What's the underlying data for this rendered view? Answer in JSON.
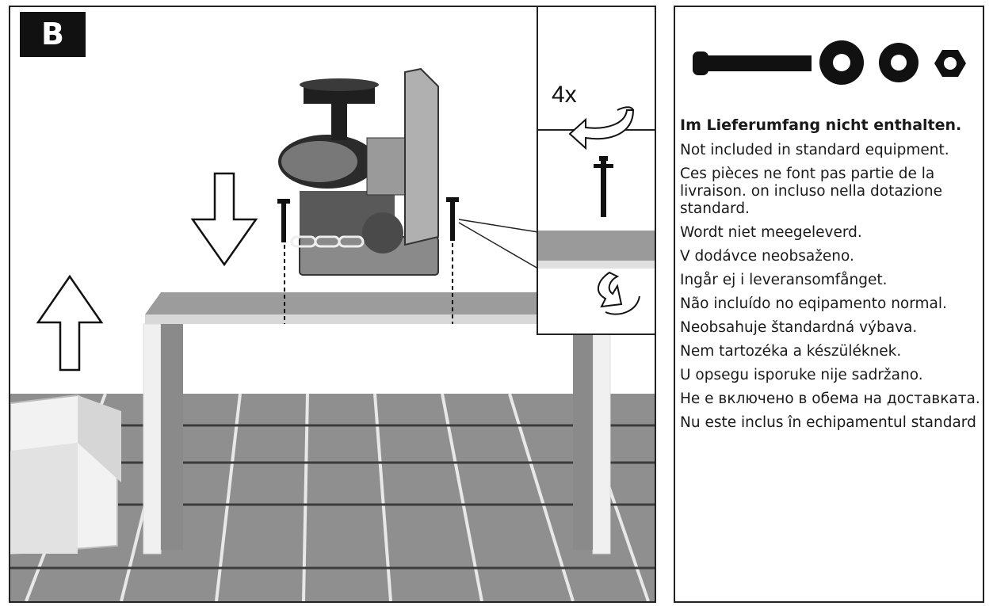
{
  "step": {
    "badge": "B",
    "quantity": "4x"
  },
  "notice": {
    "lines": [
      "Im Lieferumfang nicht enthalten.",
      "Not included in standard equipment.",
      "Ces pièces ne font pas partie de la livraison. on incluso nella dotazione standard.",
      "Wordt niet meegeleverd.",
      "V dodávce neobsaženo.",
      "Ingår ej i leveransomfånget.",
      "Não incluído no eqipamento normal.",
      "Neobsahuje štandardná výbava.",
      "Nem tartozéka a készüléknek.",
      "U opsegu isporuke nije sadržano.",
      "Не е включено в обема на доставката.",
      "Nu este inclus în echipamentul standard"
    ]
  },
  "icons": {
    "hardware": [
      "bolt-icon",
      "washer-icon",
      "washer-icon",
      "hex-nut-icon"
    ],
    "arrows": [
      "arrow-down-icon",
      "arrow-up-icon",
      "rotate-arrow-icon"
    ]
  }
}
